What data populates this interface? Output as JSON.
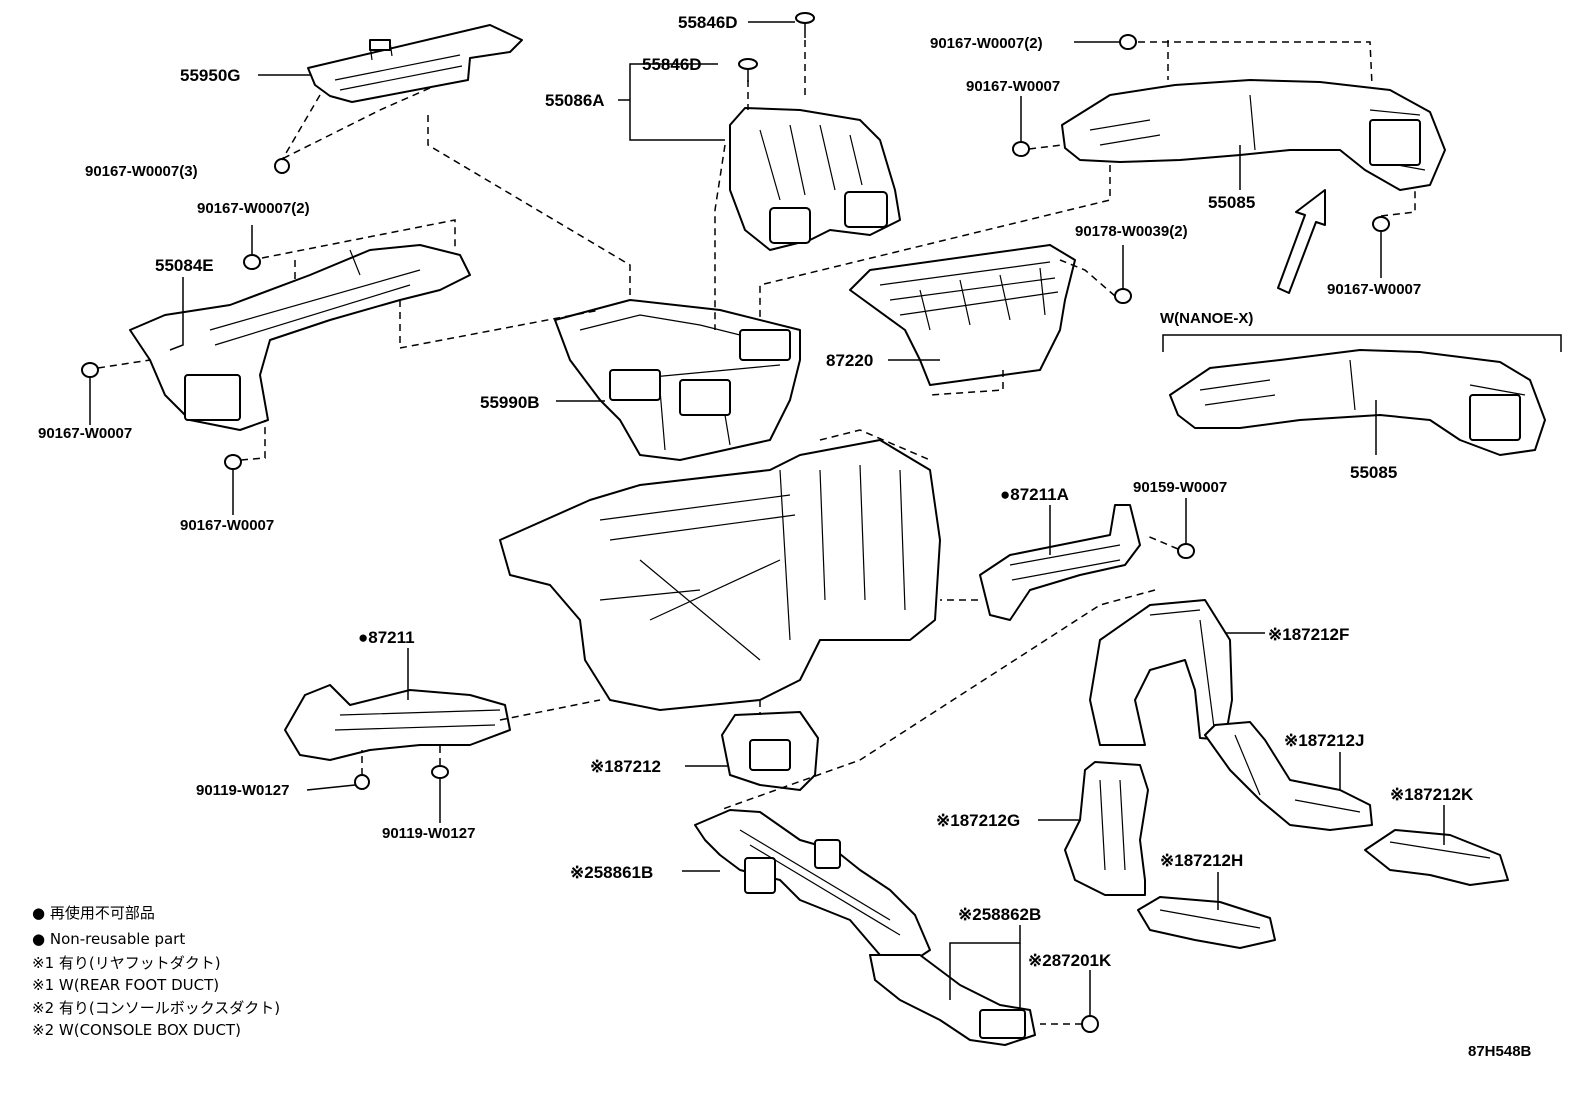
{
  "labels": {
    "p55950G": "55950G",
    "p90167_w0007_3": "90167-W0007(3)",
    "p55846D_top": "55846D",
    "p55846D": "55846D",
    "p55086A": "55086A",
    "p90167_w0007_2_top": "90167-W0007(2)",
    "p90167_w0007_top": "90167-W0007",
    "p55085_top": "55085",
    "p90167_w0007_right": "90167-W0007",
    "p90167_w0007_2_left": "90167-W0007(2)",
    "p55084E": "55084E",
    "p90167_w0007_left1": "90167-W0007",
    "p90167_w0007_left2": "90167-W0007",
    "p90178_w0039_2": "90178-W0039(2)",
    "p87220": "87220",
    "p55990B": "55990B",
    "nanoe_caption": "W(NANOE-X)",
    "p55085_bottom": "55085",
    "p87211A": "●87211A",
    "p90159_w0007": "90159-W0007",
    "p87211": "●87211",
    "p90119_w0127_a": "90119-W0127",
    "p90119_w0127_b": "90119-W0127",
    "p87212": "※187212",
    "p87212F": "※187212F",
    "p87212J": "※187212J",
    "p87212G": "※187212G",
    "p87212K": "※187212K",
    "p87212H": "※187212H",
    "p58861B": "※258861B",
    "p58862B": "※258862B",
    "p87201K": "※287201K"
  },
  "legend": [
    "● 再使用不可部品",
    "● Non-reusable part",
    "※1 有り(リヤフットダクト)",
    "※1 W(REAR FOOT DUCT)",
    "※2 有り(コンソールボックスダクト)",
    "※2 W(CONSOLE BOX DUCT)"
  ],
  "figure_code": "87H548B"
}
